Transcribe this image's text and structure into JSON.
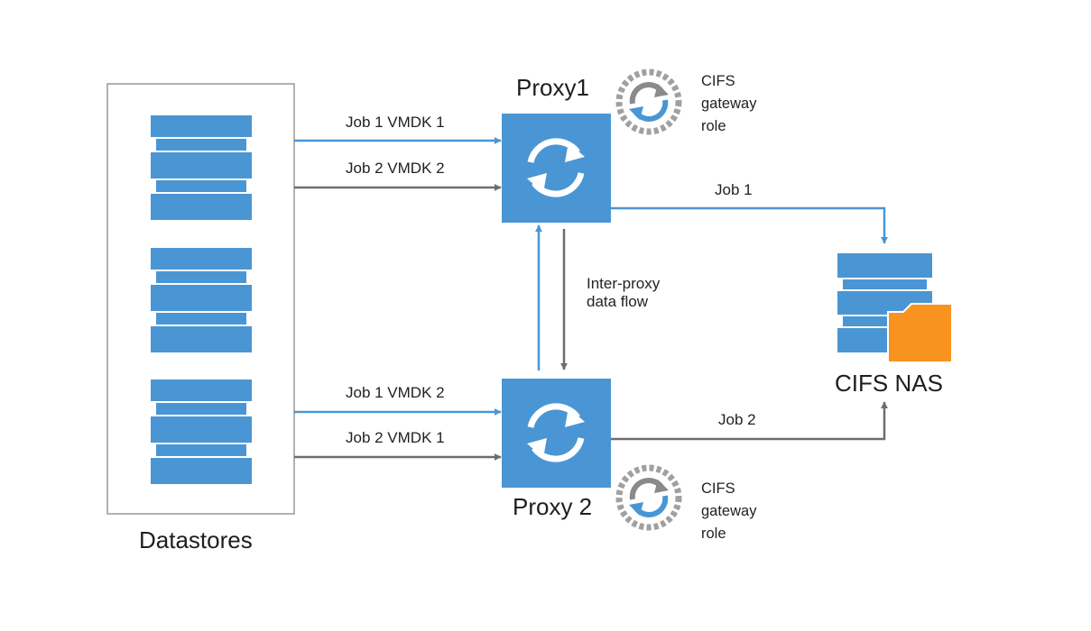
{
  "datastores": {
    "label": "Datastores"
  },
  "proxy1": {
    "title": "Proxy1",
    "gateway_role": [
      "CIFS",
      "gateway",
      "role"
    ]
  },
  "proxy2": {
    "title": "Proxy 2",
    "gateway_role": [
      "CIFS",
      "gateway",
      "role"
    ]
  },
  "nas": {
    "label": "CIFS NAS"
  },
  "flows": {
    "p1_in_top": "Job 1 VMDK 1",
    "p1_in_bottom": "Job 2 VMDK 2",
    "p2_in_top": "Job 1 VMDK 2",
    "p2_in_bottom": "Job 2 VMDK 1",
    "p1_out": "Job 1",
    "p2_out": "Job 2",
    "inter_proxy": [
      "Inter-proxy",
      "data flow"
    ]
  },
  "colors": {
    "blue": "#4a96d4",
    "gray": "#6e6e6e",
    "orange": "#f7931e",
    "box_border": "#999999"
  },
  "icons": {
    "datastore": "disk-stack-icon",
    "proxy": "refresh-cycle-icon",
    "gateway": "dashed-ring-sync-icon",
    "nas_folder": "folder-icon"
  }
}
